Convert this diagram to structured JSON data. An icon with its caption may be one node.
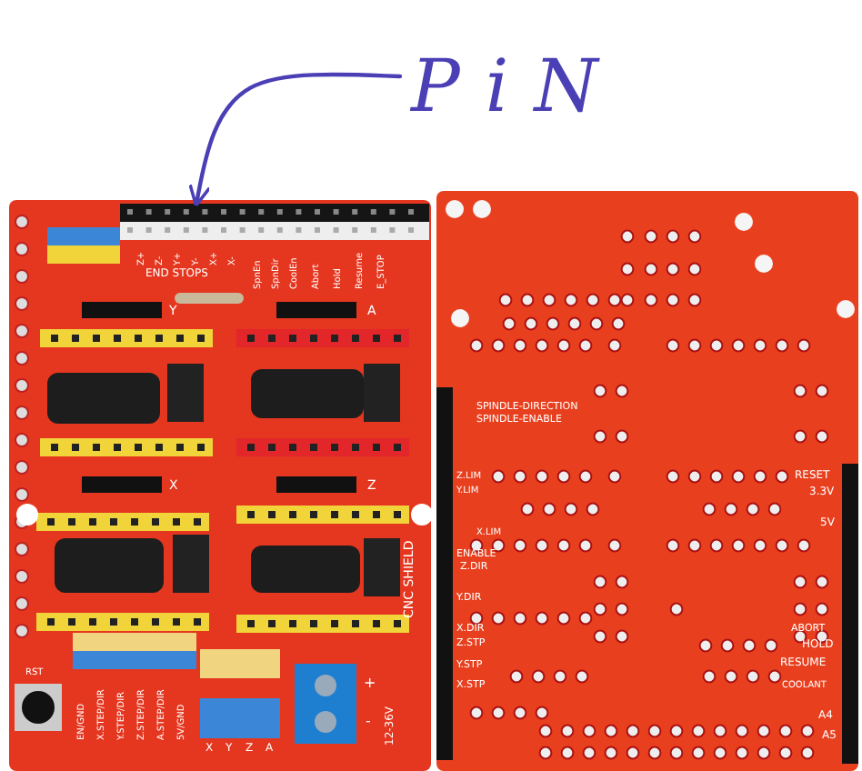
{
  "diagram": {
    "nodes": [
      {
        "text": [
          "PiN"
        ]
      },
      {
        "text": [],
        "shape": "bar"
      }
    ],
    "edges": [
      {
        "from": 0,
        "to": 1,
        "arrow": "to",
        "color": "#4a3fb5"
      }
    ],
    "labels": [
      "Z+",
      "Z-",
      "Y+",
      "Y-",
      "X+",
      "X-",
      "END STOPS",
      "SpnEn",
      "SpnDir",
      "CoolEn",
      "Abort",
      "Hold",
      "Resume",
      "E_STOP",
      "Y",
      "A",
      "X",
      "Z",
      "CNC SHIELD",
      "RST",
      "EN/GND",
      "X.STEP/DIR",
      "Y.STEP/DIR",
      "Z.STEP/DIR",
      "A.STEP/DIR",
      "5V/GND",
      "X",
      "Y",
      "Z",
      "A",
      "+",
      "-",
      "12-36V",
      "SPINDLE-DIRECTION",
      "SPINDLE-ENABLE",
      "Z.LIM",
      "Y.LIM",
      "X.LIM",
      "ENABLE",
      "Z.DIR",
      "Y.DIR",
      "X.DIR",
      "Z.STP",
      "Y.STP",
      "X.STP",
      "RESET",
      "3.3V",
      "5V",
      "ABORT",
      "HOLD",
      "RESUME",
      "COOLANT",
      "A4",
      "A5"
    ]
  }
}
